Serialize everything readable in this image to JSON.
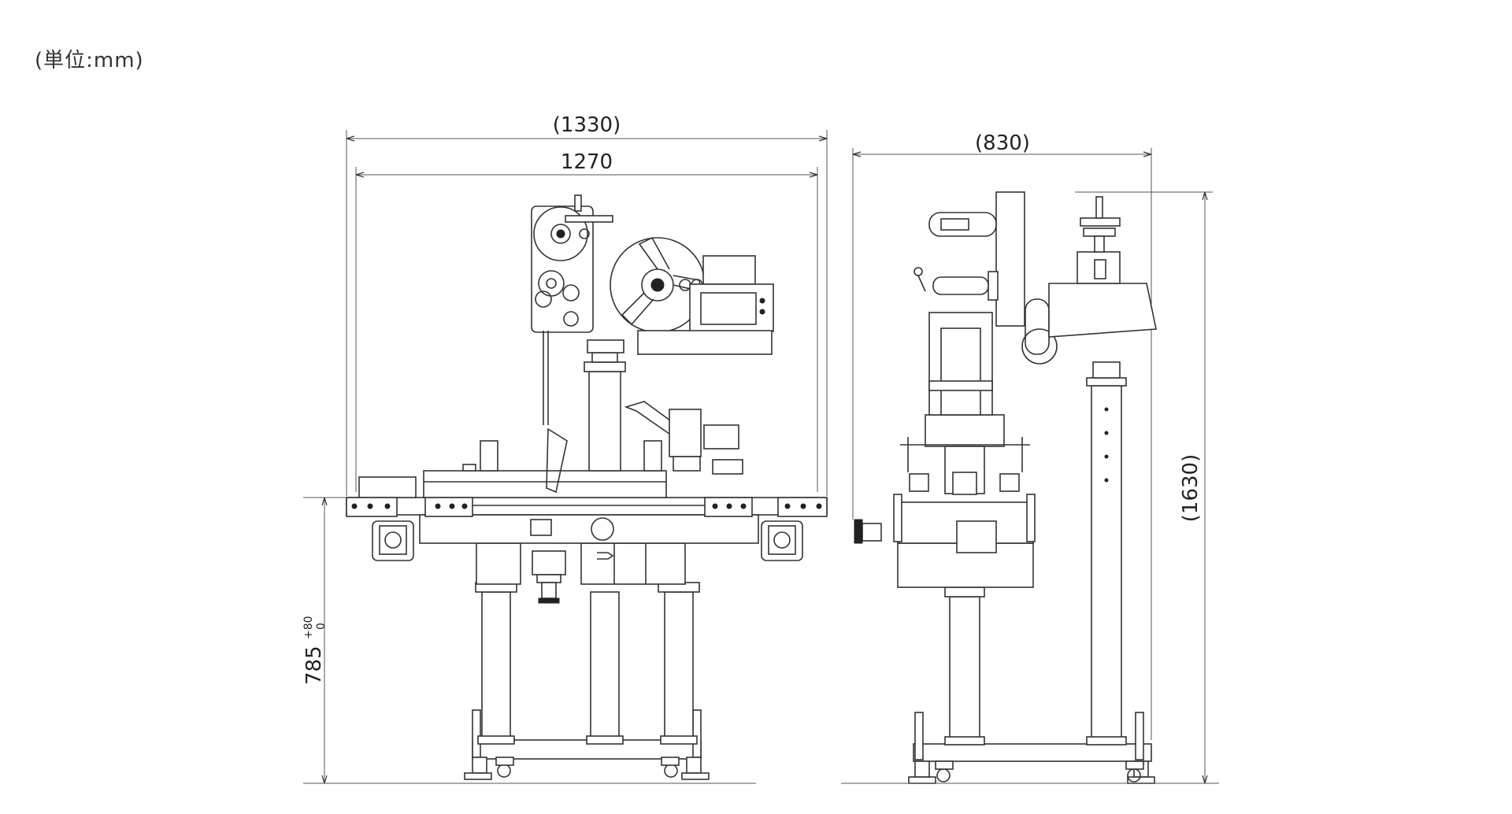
{
  "unit_label": "(単位:mm)",
  "dimensions": {
    "front_overall_width": "(1330)",
    "front_width": "1270",
    "conveyor_height": "785",
    "tolerance_upper": "+80",
    "tolerance_lower": "0",
    "side_depth": "(830)",
    "side_height": "(1630)"
  }
}
